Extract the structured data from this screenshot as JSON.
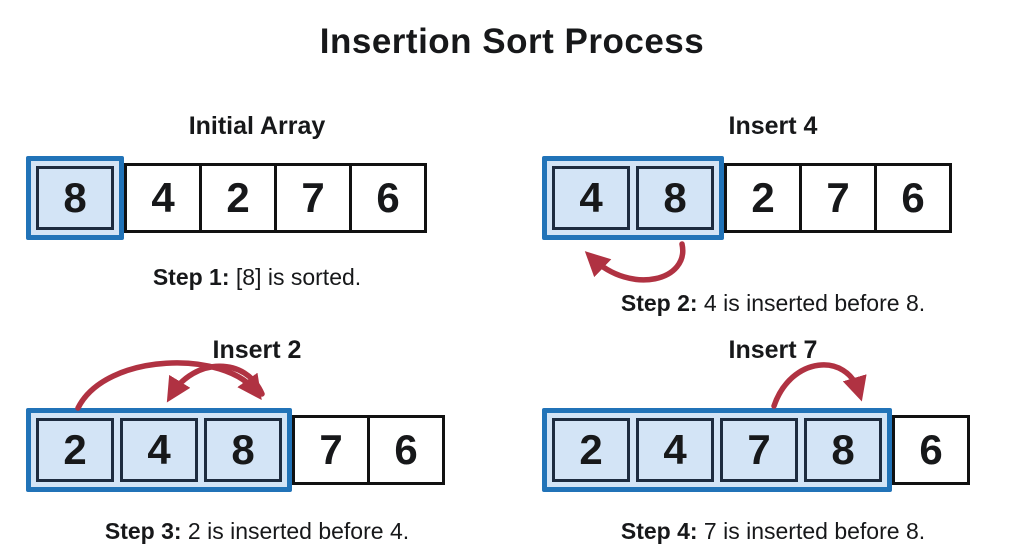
{
  "title": "Insertion Sort Process",
  "colors": {
    "highlight_border": "#2173b8",
    "highlight_fill": "#d3e4f6",
    "sorted_cell_border": "#1d2b3f",
    "cell_border": "#111111",
    "arrow": "#b03242",
    "text": "#17181a"
  },
  "panels": [
    {
      "heading": "Initial Array",
      "cells": [
        "8",
        "4",
        "2",
        "7",
        "6"
      ],
      "sorted_count": 1,
      "step_label": "Step 1:",
      "step_text": " [8] is sorted.",
      "arrow": null
    },
    {
      "heading": "Insert 4",
      "cells": [
        "4",
        "8",
        "2",
        "7",
        "6"
      ],
      "sorted_count": 2,
      "step_label": "Step 2:",
      "step_text": " 4 is inserted before 8.",
      "arrow": {
        "position": "below",
        "moved_value": "4",
        "from_value": "8",
        "description": "4 moves from after 8 to before 8"
      }
    },
    {
      "heading": "Insert 2",
      "cells": [
        "2",
        "4",
        "8",
        "7",
        "6"
      ],
      "sorted_count": 3,
      "step_label": "Step 3:",
      "step_text": " 2 is inserted before 4.",
      "arrow": {
        "position": "above",
        "moved_value": "2",
        "from_value": "8",
        "description": "2 compared across 8 and 4, inserted before 4"
      }
    },
    {
      "heading": "Insert 7",
      "cells": [
        "2",
        "4",
        "7",
        "8",
        "6"
      ],
      "sorted_count": 4,
      "step_label": "Step 4:",
      "step_text": " 7 is inserted before 8.",
      "arrow": {
        "position": "above",
        "moved_value": "7",
        "from_value": "8",
        "description": "7 inserted before 8"
      }
    }
  ]
}
